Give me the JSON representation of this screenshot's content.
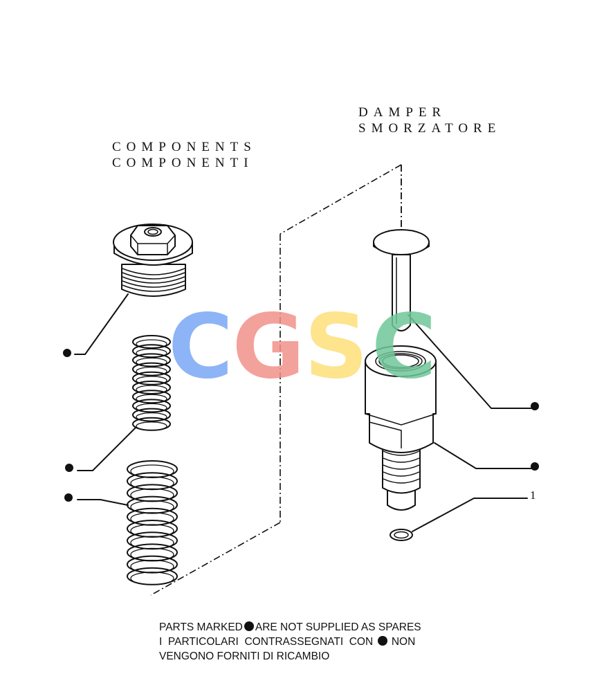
{
  "groups": {
    "components": {
      "line1": "COMPONENTS",
      "line2": "COMPONENTI"
    },
    "damper": {
      "line1": "DAMPER",
      "line2": "SMORZATORE"
    }
  },
  "callouts": {
    "ref_1": "1"
  },
  "watermark": {
    "letters": [
      "C",
      "G",
      "S",
      "C"
    ],
    "colors": [
      "#7aa8f5",
      "#f2918a",
      "#fde07a",
      "#6fc79a"
    ]
  },
  "notes": {
    "line1_a": "PARTS MARKED",
    "line1_b": "ARE NOT SUPPLIED AS SPARES",
    "line2_a": "I  PARTICOLARI  CONTRASSEGNATI  CON",
    "line2_b": "NON",
    "line3": "VENGONO FORNITI DI RICAMBIO"
  },
  "colors": {
    "line": "#111111",
    "background": "#ffffff"
  }
}
